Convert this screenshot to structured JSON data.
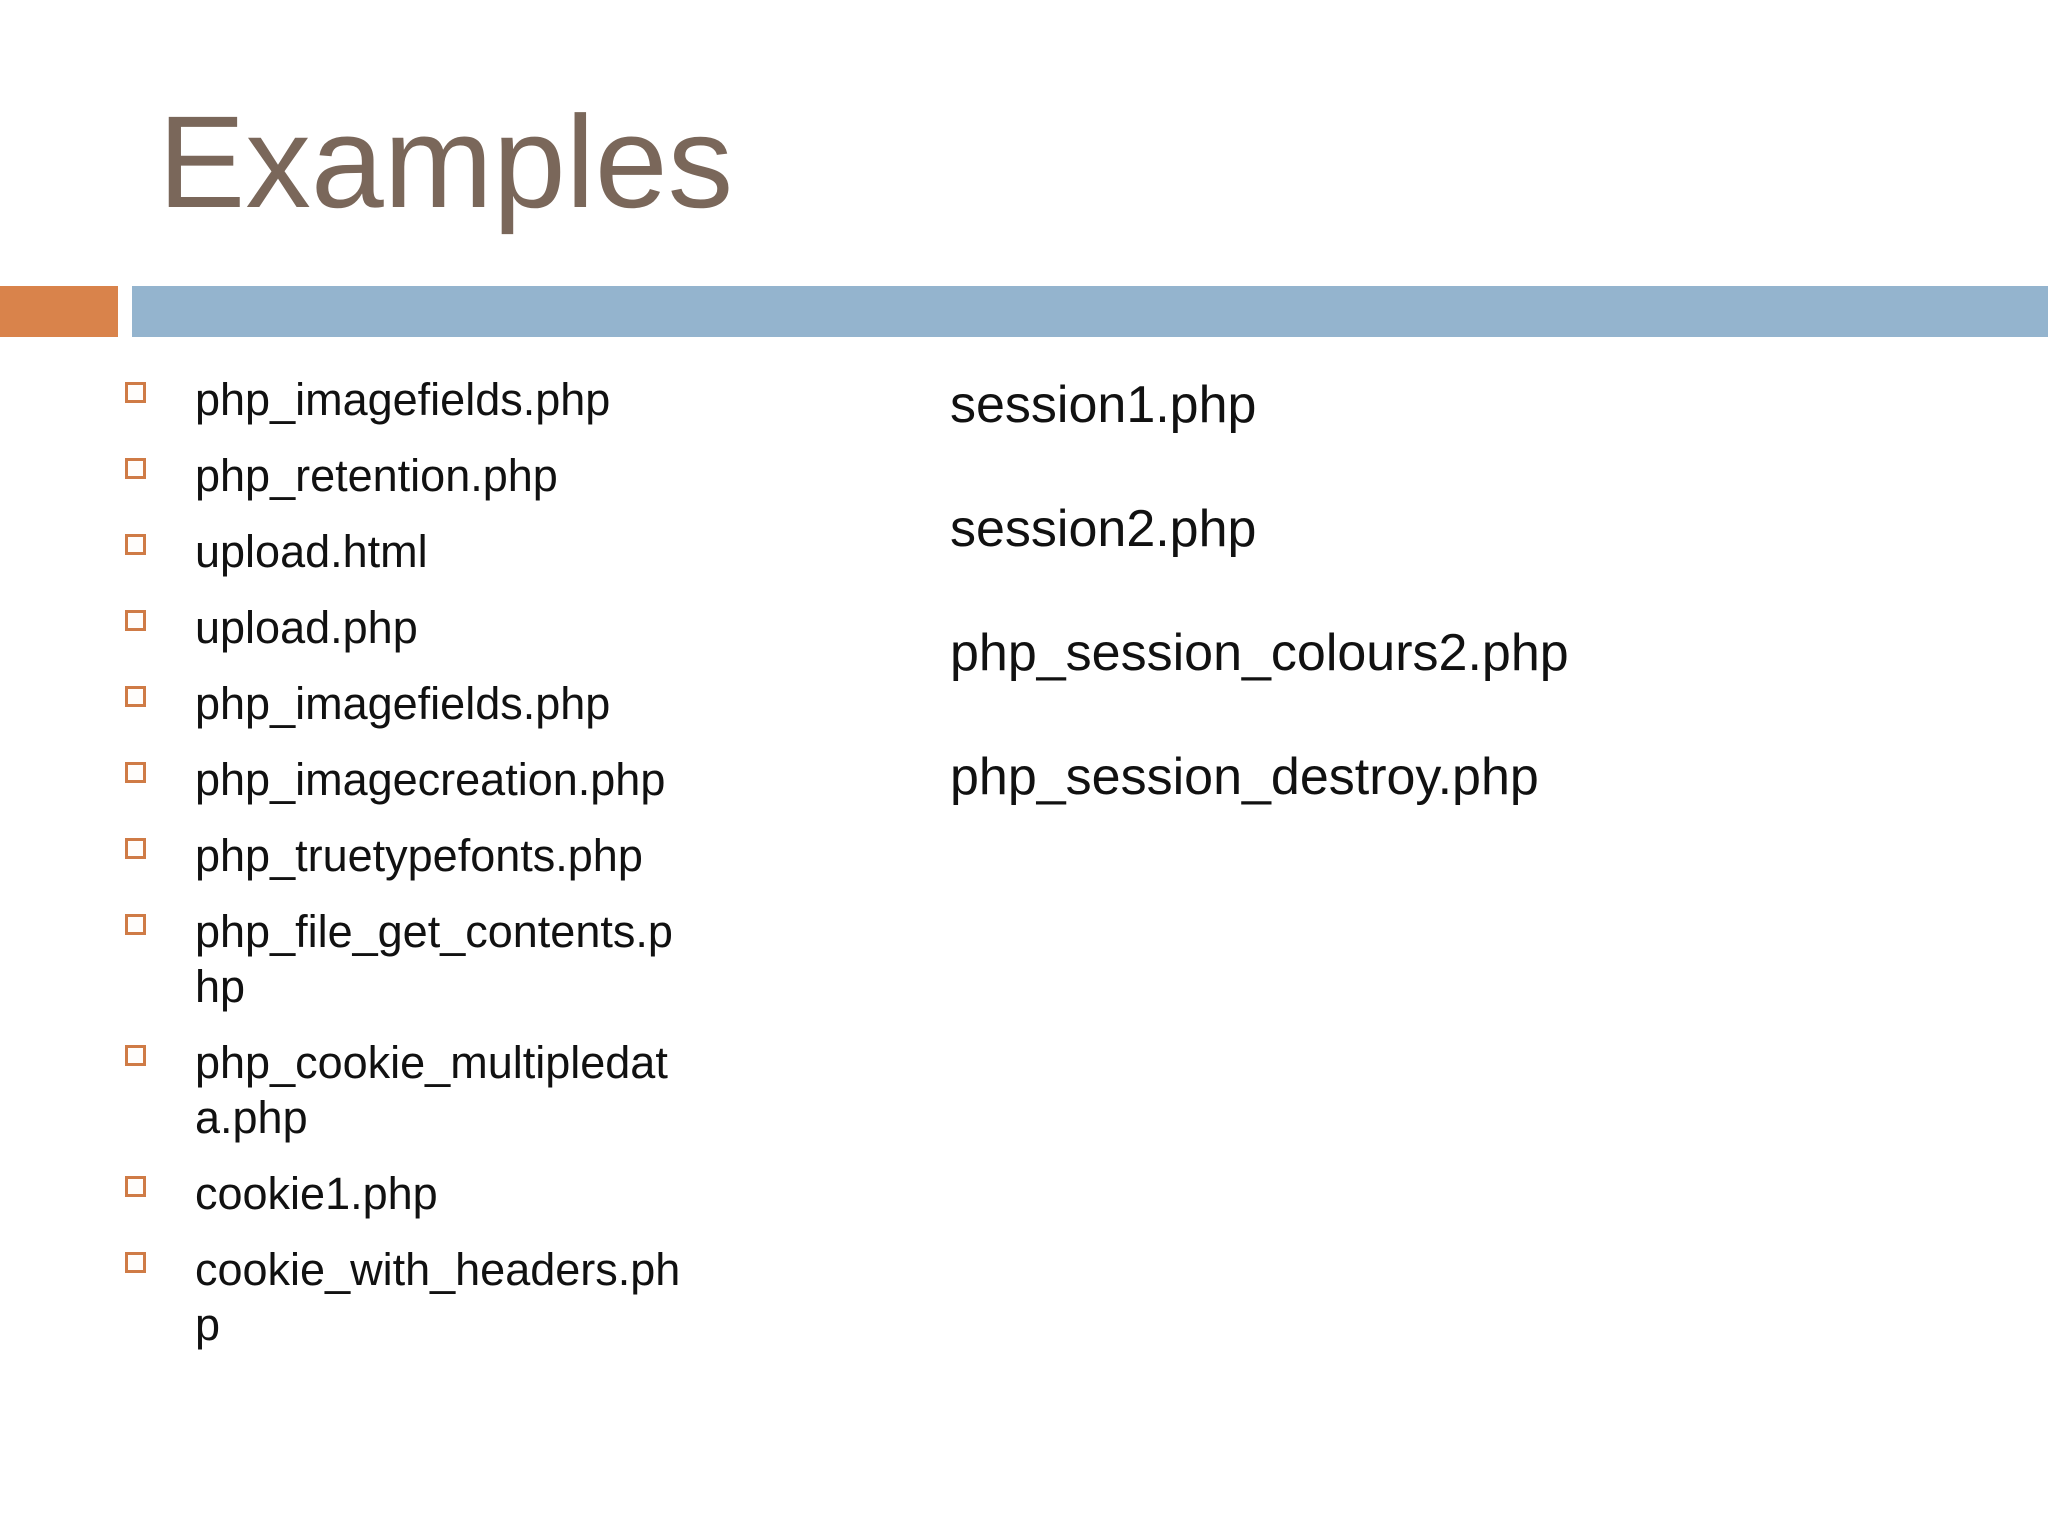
{
  "slide": {
    "title": "Examples",
    "left_list": {
      "bullet_icon": "square-outline-icon",
      "items": [
        "php_imagefields.php",
        "php_retention.php",
        "upload.html",
        "upload.php",
        "php_imagefields.php",
        "php_imagecreation.php",
        "php_truetypefonts.php",
        "php_file_get_contents.php",
        "php_cookie_multipledata.php",
        "cookie1.php",
        "cookie_with_headers.php"
      ]
    },
    "right_list": {
      "items": [
        "session1.php",
        "session2.php",
        "php_session_colours2.php",
        "php_session_destroy.php"
      ]
    },
    "colors": {
      "background": "#ffffff",
      "title_text": "#7a675a",
      "accent_orange": "#d9834b",
      "accent_blue": "#94b4ce",
      "bullet_outline": "#cf7b46",
      "body_text": "#111111"
    }
  }
}
